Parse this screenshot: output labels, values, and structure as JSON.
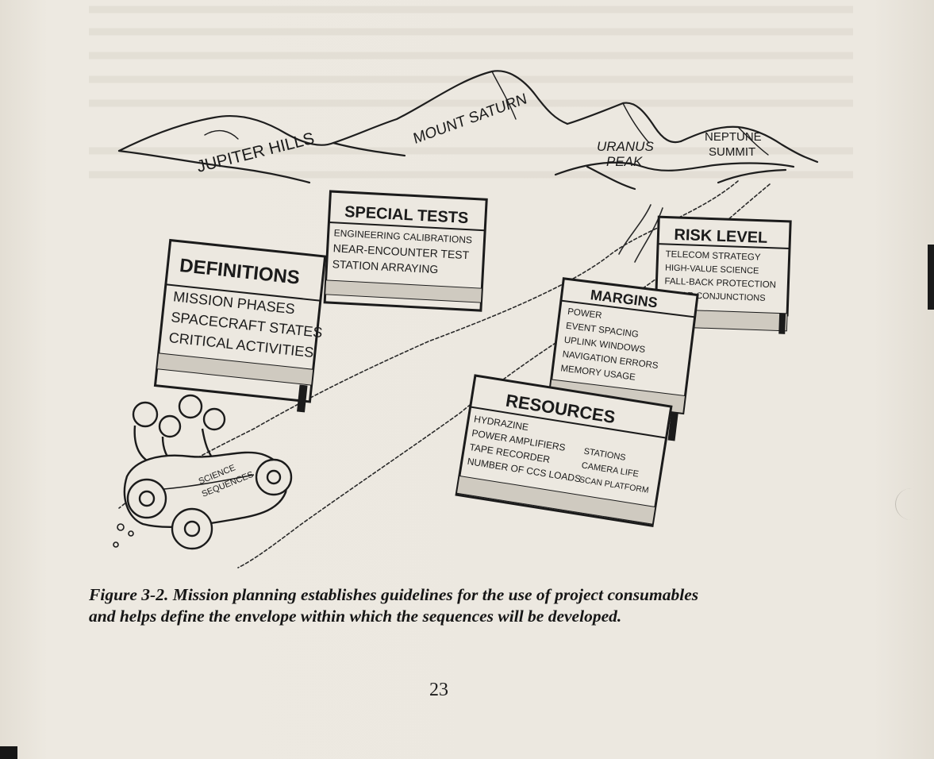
{
  "figure": {
    "peaks": [
      "JUPITER HILLS",
      "MOUNT SATURN",
      "URANUS",
      "PEAK",
      "NEPTUNE",
      "SUMMIT"
    ],
    "signs": {
      "definitions": {
        "title": "DEFINITIONS",
        "items": [
          "MISSION PHASES",
          "SPACECRAFT STATES",
          "CRITICAL ACTIVITIES"
        ]
      },
      "special_tests": {
        "title": "SPECIAL TESTS",
        "items": [
          "ENGINEERING CALIBRATIONS",
          "NEAR-ENCOUNTER TEST",
          "STATION ARRAYING"
        ]
      },
      "risk_level": {
        "title": "RISK LEVEL",
        "items": [
          "TELECOM STRATEGY",
          "HIGH-VALUE SCIENCE",
          "FALL-BACK PROTECTION",
          "SOLAR CONJUNCTIONS"
        ]
      },
      "margins": {
        "title": "MARGINS",
        "items": [
          "POWER",
          "EVENT SPACING",
          "UPLINK WINDOWS",
          "NAVIGATION ERRORS",
          "MEMORY USAGE"
        ]
      },
      "resources": {
        "title": "RESOURCES",
        "items_left": [
          "HYDRAZINE",
          "POWER AMPLIFIERS",
          "TAPE RECORDER",
          "NUMBER OF CCS LOADS"
        ],
        "items_right": [
          "STATIONS",
          "CAMERA LIFE",
          "SCAN PLATFORM"
        ]
      }
    },
    "car_label": [
      "SCIENCE",
      "SEQUENCES"
    ]
  },
  "caption": {
    "line1": "Figure 3-2. Mission planning establishes guidelines for the use of project consumables",
    "line2": "and helps define the envelope within which the sequences will be developed."
  },
  "page_number": "23"
}
